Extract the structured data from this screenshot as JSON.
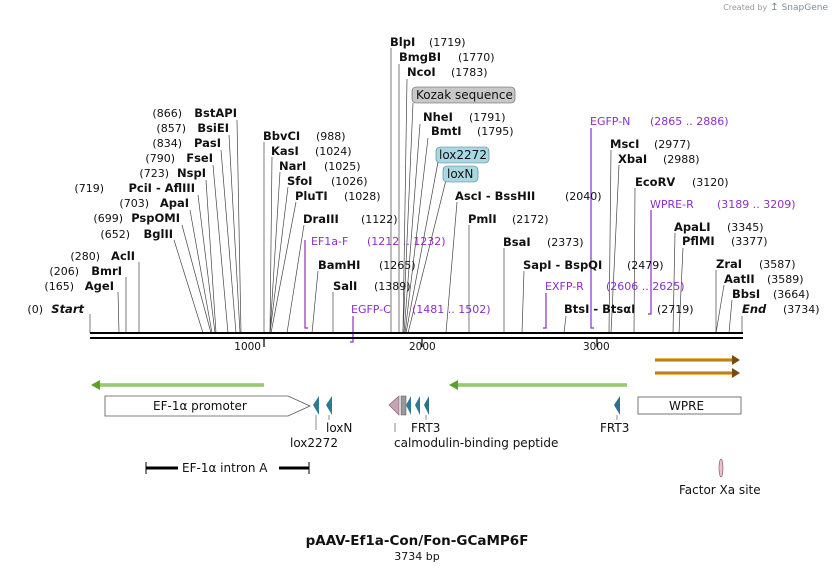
{
  "brand": {
    "created_by": "Created by",
    "logo": "SnapGene"
  },
  "title": "pAAV-Ef1a-Con/Fon-GCaMP6F",
  "length_label": "3734 bp",
  "axis_ticks": [
    "1000",
    "2000",
    "3000"
  ],
  "enzymes": [
    {
      "id": "blpi",
      "name": "BlpI",
      "pos": "(1719)"
    },
    {
      "id": "bmgbi",
      "name": "BmgBI",
      "pos": "(1770)"
    },
    {
      "id": "ncoi",
      "name": "NcoI",
      "pos": "(1783)"
    },
    {
      "id": "nhei",
      "name": "NheI",
      "pos": "(1791)"
    },
    {
      "id": "bmti",
      "name": "BmtI",
      "pos": "(1795)"
    },
    {
      "id": "bstapi",
      "name": "BstAPI",
      "pos": "(866)"
    },
    {
      "id": "bsiei",
      "name": "BsiEI",
      "pos": "(857)"
    },
    {
      "id": "pasi",
      "name": "PasI",
      "pos": "(834)"
    },
    {
      "id": "fsei",
      "name": "FseI",
      "pos": "(790)"
    },
    {
      "id": "nspi",
      "name": "NspI",
      "pos": "(723)"
    },
    {
      "id": "pcii",
      "name": "PciI  -  AflIII",
      "pos": "(719)"
    },
    {
      "id": "apai",
      "name": "ApaI",
      "pos": "(703)"
    },
    {
      "id": "psspomi",
      "name": "PspOMI",
      "pos": "(699)"
    },
    {
      "id": "bglii",
      "name": "BglII",
      "pos": "(652)"
    },
    {
      "id": "acli",
      "name": "AclI",
      "pos": "(280)"
    },
    {
      "id": "bmri",
      "name": "BmrI",
      "pos": "(206)"
    },
    {
      "id": "agei",
      "name": "AgeI",
      "pos": "(165)"
    },
    {
      "id": "start",
      "name": "Start",
      "pos": "(0)"
    },
    {
      "id": "bbvci",
      "name": "BbvCI",
      "pos": "(988)"
    },
    {
      "id": "kasi",
      "name": "KasI",
      "pos": "(1024)"
    },
    {
      "id": "nari",
      "name": "NarI",
      "pos": "(1025)"
    },
    {
      "id": "sfoi",
      "name": "SfoI",
      "pos": "(1026)"
    },
    {
      "id": "pluti",
      "name": "PluTI",
      "pos": "(1028)"
    },
    {
      "id": "draiii",
      "name": "DraIII",
      "pos": "(1122)"
    },
    {
      "id": "bamhi",
      "name": "BamHI",
      "pos": "(1265)"
    },
    {
      "id": "sali",
      "name": "SalI",
      "pos": "(1389)"
    },
    {
      "id": "asci",
      "name": "AscI  -  BssHII",
      "pos": "(2040)"
    },
    {
      "id": "pmli",
      "name": "PmlI",
      "pos": "(2172)"
    },
    {
      "id": "bsai",
      "name": "BsaI",
      "pos": "(2373)"
    },
    {
      "id": "sapi",
      "name": "SapI  -  BspQI",
      "pos": "(2479)"
    },
    {
      "id": "btsi",
      "name": "BtsI  -  BtsαI",
      "pos": "(2719)"
    },
    {
      "id": "msci",
      "name": "MscI",
      "pos": "(2977)"
    },
    {
      "id": "xbai",
      "name": "XbaI",
      "pos": "(2988)"
    },
    {
      "id": "ecorv",
      "name": "EcoRV",
      "pos": "(3120)"
    },
    {
      "id": "apali",
      "name": "ApaLI",
      "pos": "(3345)"
    },
    {
      "id": "pfimi",
      "name": "PflMI",
      "pos": "(3377)"
    },
    {
      "id": "zrai",
      "name": "ZraI",
      "pos": "(3587)"
    },
    {
      "id": "aatii",
      "name": "AatII",
      "pos": "(3589)"
    },
    {
      "id": "bbsi",
      "name": "BbsI",
      "pos": "(3664)"
    },
    {
      "id": "end",
      "name": "End",
      "pos": "(3734)"
    }
  ],
  "boxed_labels": [
    {
      "id": "kozak",
      "text": "Kozak sequence",
      "color": "#c8c8c8"
    },
    {
      "id": "lox2272",
      "text": "lox2272",
      "color": "#a9d8e3"
    },
    {
      "id": "loxn",
      "text": "loxN",
      "color": "#a9d8e3"
    }
  ],
  "primers": [
    {
      "id": "egfpn",
      "name": "EGFP-N",
      "range": "(2865 .. 2886)"
    },
    {
      "id": "wprer",
      "name": "WPRE-R",
      "range": "(3189 .. 3209)"
    },
    {
      "id": "ef1af",
      "name": "EF1a-F",
      "range": "(1212 .. 1232)"
    },
    {
      "id": "egfpc",
      "name": "EGFP-C",
      "range": "(1481 .. 1502)"
    },
    {
      "id": "exfpr",
      "name": "EXFP-R",
      "range": "(2606 .. 2625)"
    }
  ],
  "features": [
    {
      "id": "ef1a",
      "text": "EF-1α promoter"
    },
    {
      "id": "wpre",
      "text": "WPRE"
    },
    {
      "id": "lox2272",
      "text": "lox2272"
    },
    {
      "id": "loxn",
      "text": "loxN"
    },
    {
      "id": "frt3a",
      "text": "FRT3"
    },
    {
      "id": "frt3b",
      "text": "FRT3"
    },
    {
      "id": "calm",
      "text": "calmodulin-binding peptide"
    },
    {
      "id": "intron",
      "text": "EF-1α intron A"
    },
    {
      "id": "xa",
      "text": "Factor Xa site"
    }
  ],
  "colors": {
    "primer": "#8b2fc9",
    "orf": "#7cbf2a",
    "lox": "#2d7a97",
    "frt": "#2f6e8c",
    "wpre_arrow": "#f0b64a",
    "calm": "#c8a3b6"
  }
}
